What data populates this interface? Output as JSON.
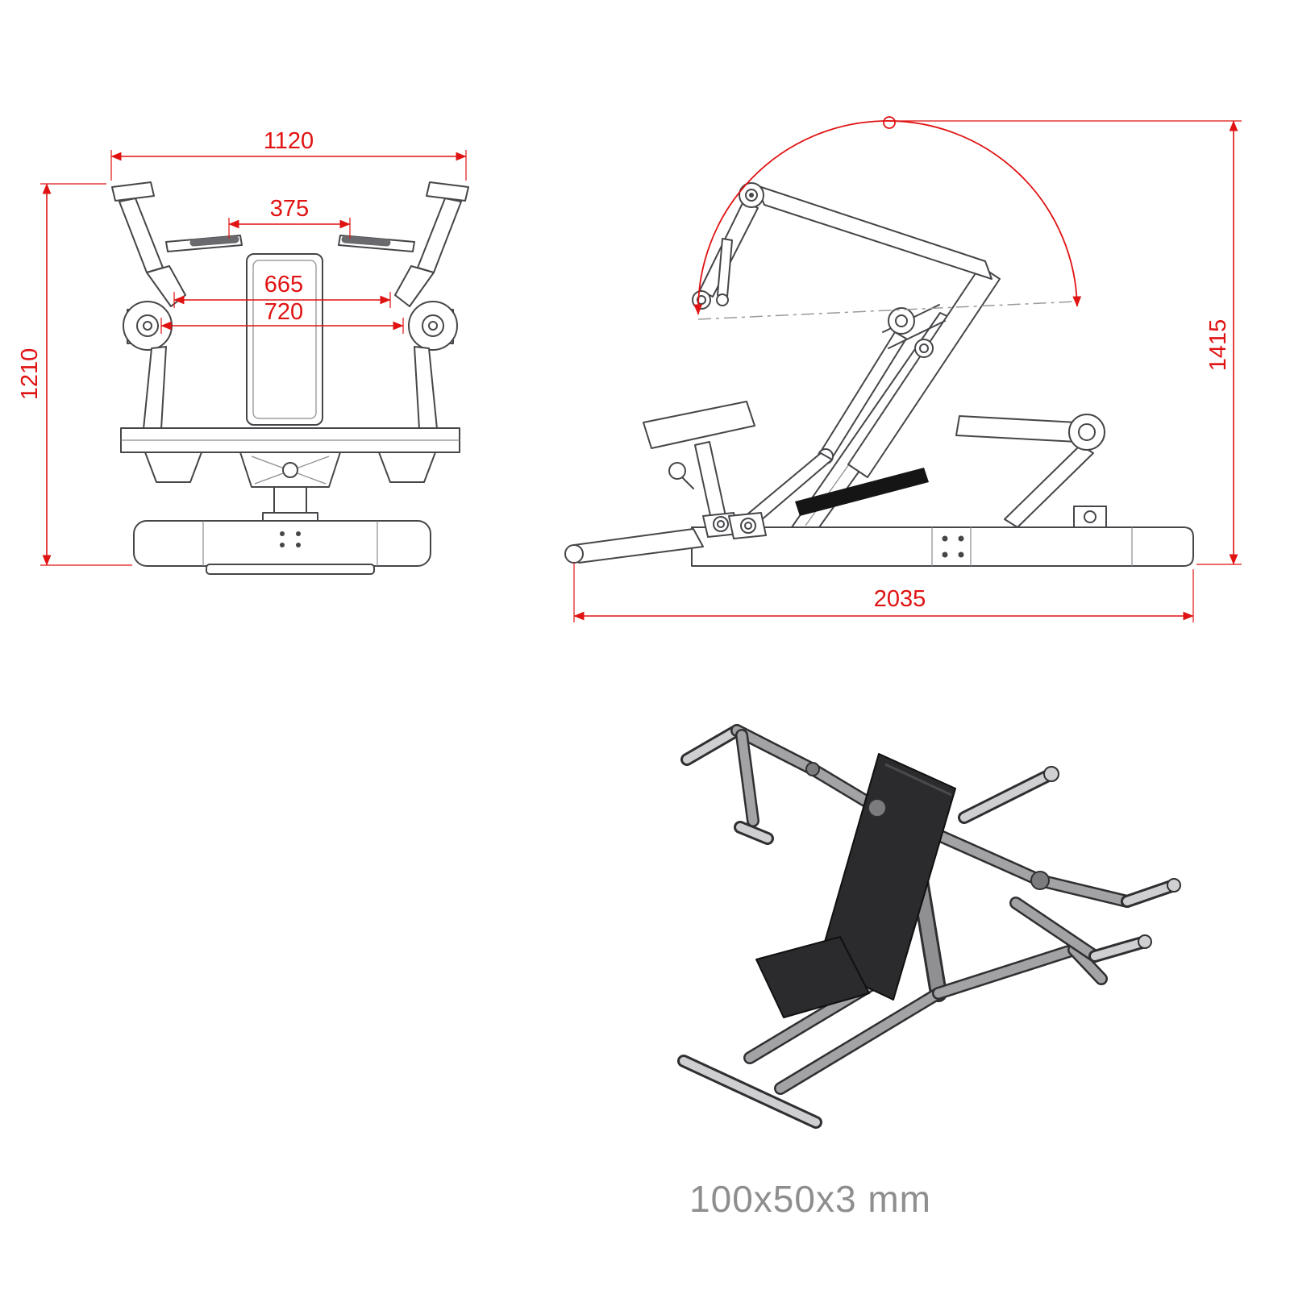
{
  "page": {
    "background": "#ffffff",
    "caption": "100x50x3 mm"
  },
  "colors": {
    "dimension_red": "#e01212",
    "drawing_line": "#46464a",
    "dash_reference": "#9a9a9a",
    "iso_frame_gray": "#a3a3a6",
    "iso_pad_dark": "#2b2b2d",
    "caption_gray": "#8e8e8e"
  },
  "front_view": {
    "dimensions": {
      "overall_width": "1120",
      "handle_gap": "375",
      "grip_inner": "665",
      "grip_outer": "720",
      "overall_height": "1210"
    }
  },
  "side_view": {
    "dimensions": {
      "overall_height": "1415",
      "overall_length": "2035"
    }
  }
}
